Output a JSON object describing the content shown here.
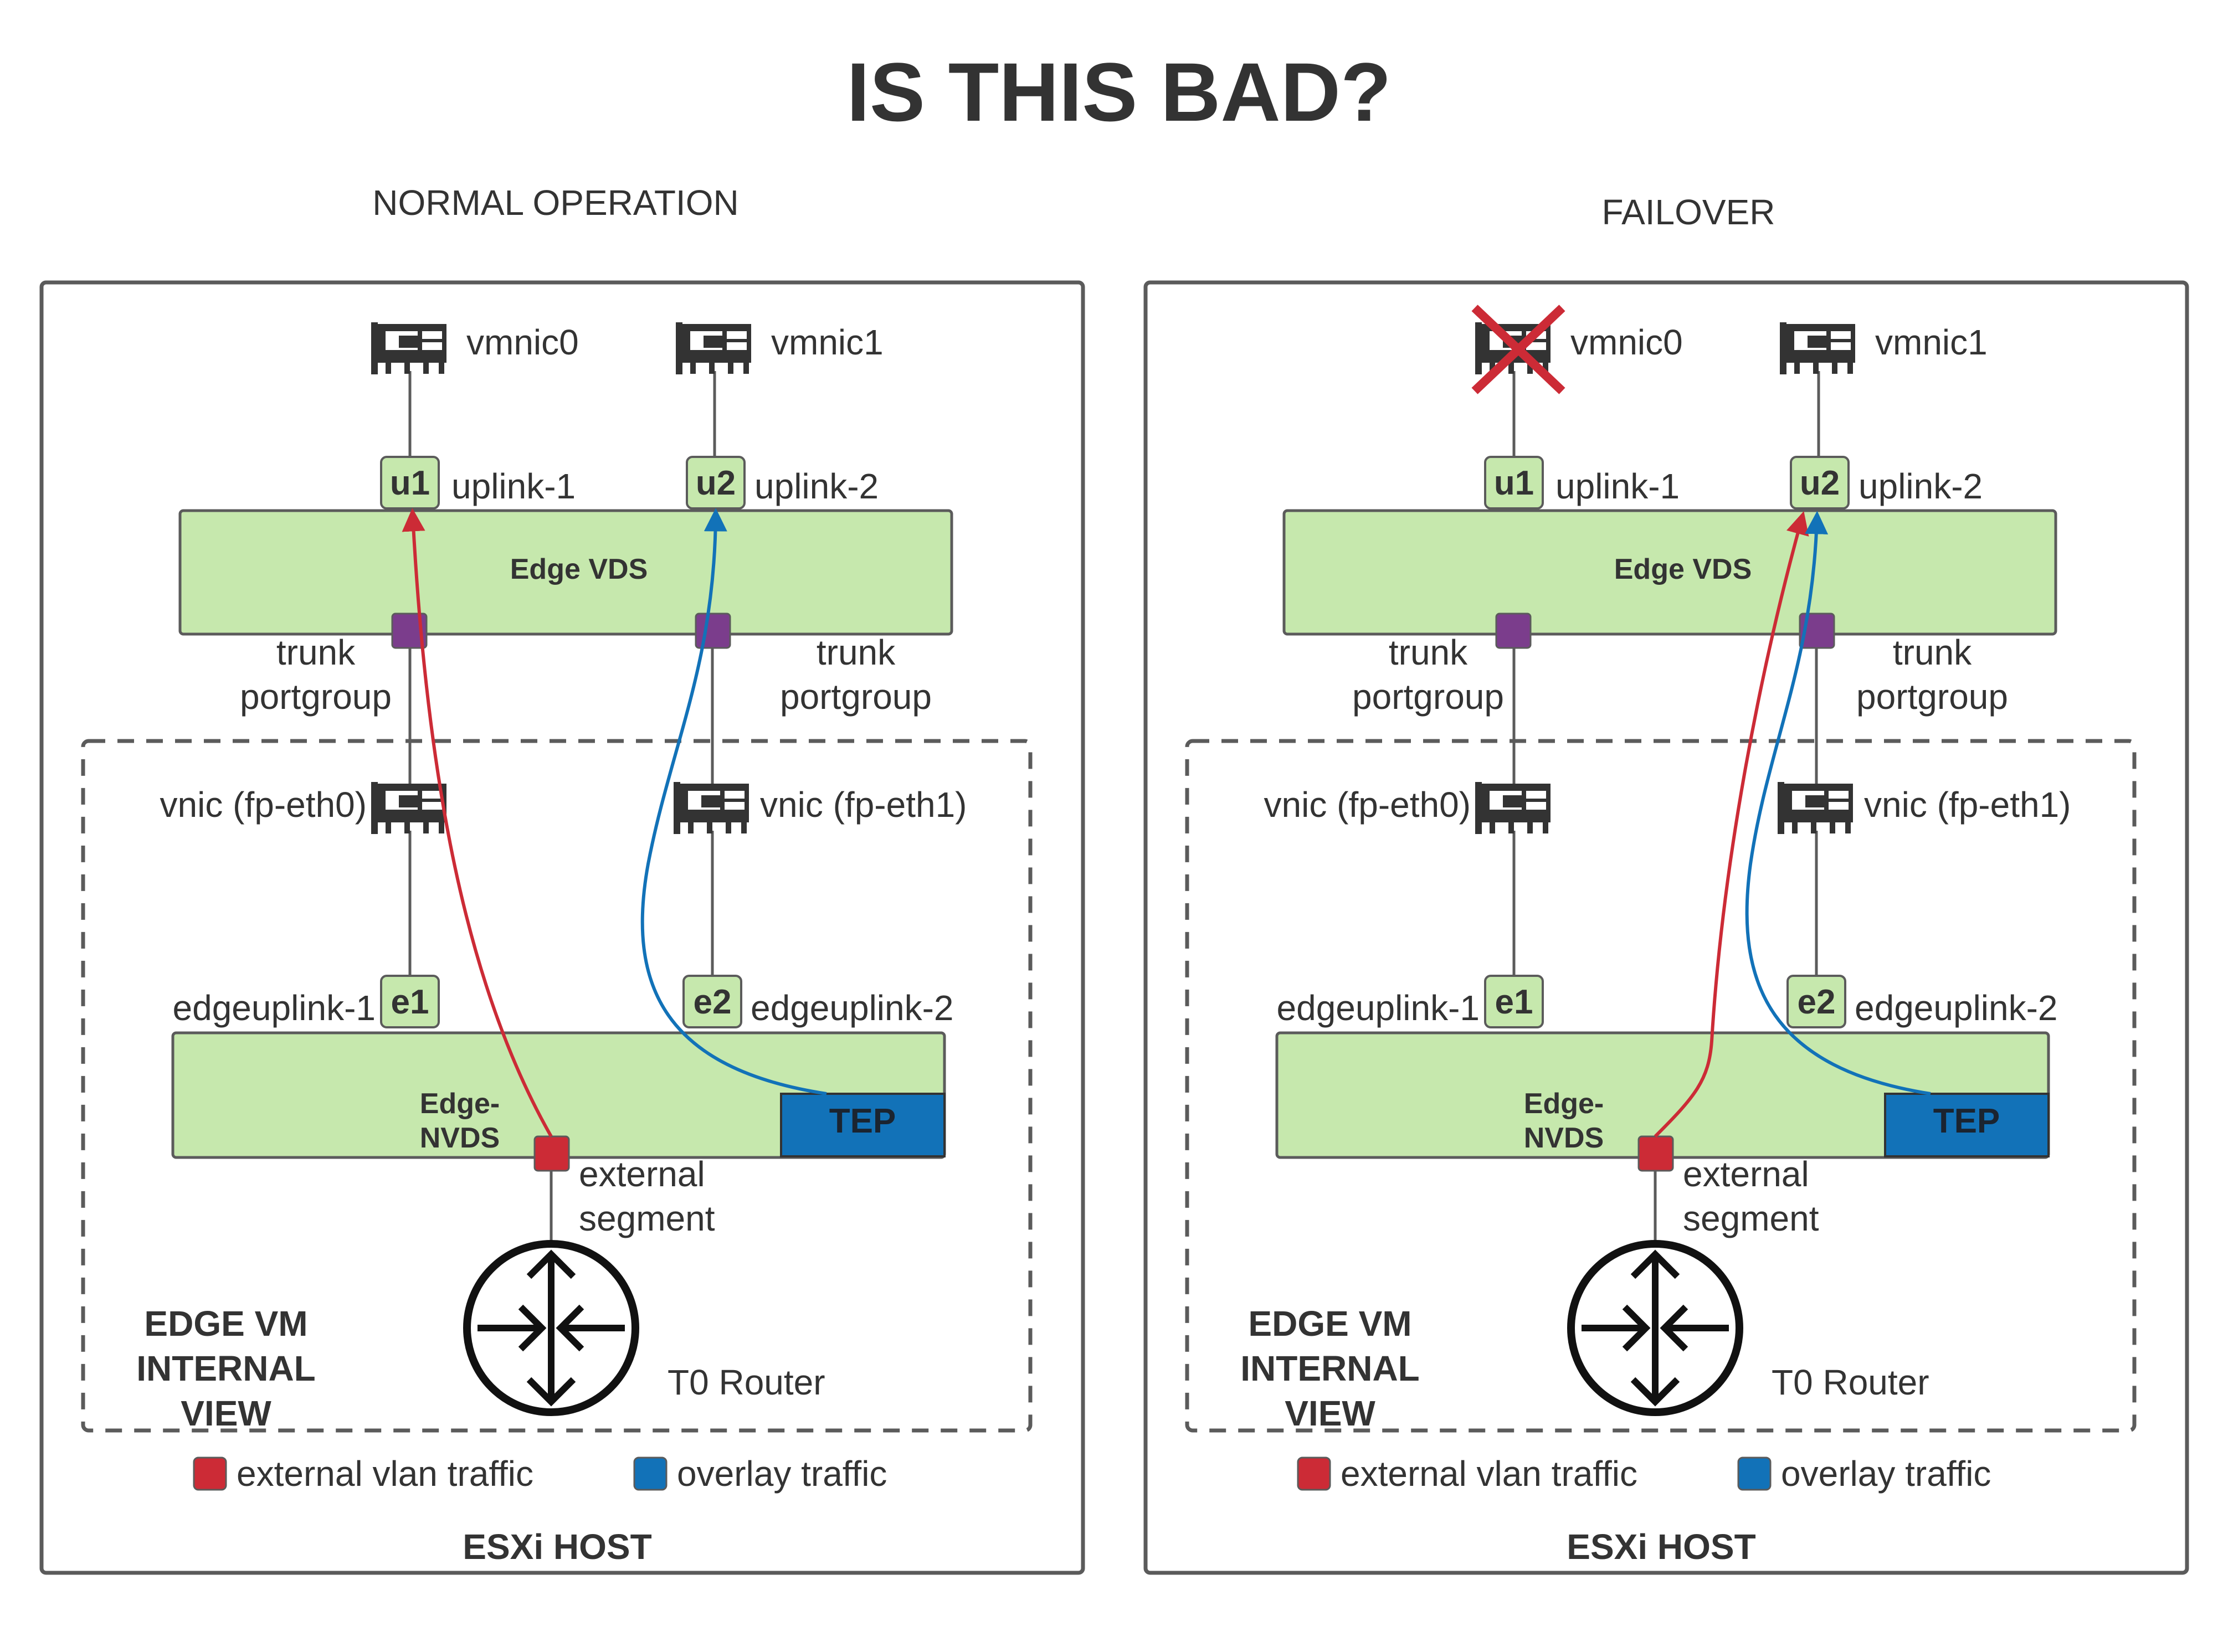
{
  "title": "IS THIS BAD?",
  "colors": {
    "vds_green": "#c6e8ad",
    "external_red": "#cc2b36",
    "overlay_blue": "#1272b8",
    "trunk_purple": "#7b3d8c",
    "tep_blue": "#1272b8",
    "nic_dark": "#333333"
  },
  "panels": [
    {
      "heading": "NORMAL OPERATION",
      "vmnic0": "vmnic0",
      "vmnic1": "vmnic1",
      "vmnic0_failed": false,
      "u1": "u1",
      "u2": "u2",
      "uplink1": "uplink-1",
      "uplink2": "uplink-2",
      "vds": "Edge VDS",
      "trunk_line1": "trunk",
      "trunk_line2": "portgroup",
      "vnic0": "vnic (fp-eth0)",
      "vnic1": "vnic (fp-eth1)",
      "e1": "e1",
      "e2": "e2",
      "edgeuplink1": "edgeuplink-1",
      "edgeuplink2": "edgeuplink-2",
      "nvds_line1": "Edge-",
      "nvds_line2": "NVDS",
      "tep": "TEP",
      "external_line1": "external",
      "external_line2": "segment",
      "router": "T0 Router",
      "edgevm_line1": "EDGE VM",
      "edgevm_line2": "INTERNAL",
      "edgevm_line3": "VIEW",
      "legend_external": "external vlan traffic",
      "legend_overlay": "overlay traffic",
      "host": "ESXi HOST",
      "external_traffic_uplink": "uplink-1",
      "overlay_traffic_uplink": "uplink-2"
    },
    {
      "heading": "FAILOVER",
      "vmnic0": "vmnic0",
      "vmnic1": "vmnic1",
      "vmnic0_failed": true,
      "u1": "u1",
      "u2": "u2",
      "uplink1": "uplink-1",
      "uplink2": "uplink-2",
      "vds": "Edge VDS",
      "trunk_line1": "trunk",
      "trunk_line2": "portgroup",
      "vnic0": "vnic (fp-eth0)",
      "vnic1": "vnic (fp-eth1)",
      "e1": "e1",
      "e2": "e2",
      "edgeuplink1": "edgeuplink-1",
      "edgeuplink2": "edgeuplink-2",
      "nvds_line1": "Edge-",
      "nvds_line2": "NVDS",
      "tep": "TEP",
      "external_line1": "external",
      "external_line2": "segment",
      "router": "T0 Router",
      "edgevm_line1": "EDGE VM",
      "edgevm_line2": "INTERNAL",
      "edgevm_line3": "VIEW",
      "legend_external": "external vlan traffic",
      "legend_overlay": "overlay traffic",
      "host": "ESXi HOST",
      "external_traffic_uplink": "uplink-2",
      "overlay_traffic_uplink": "uplink-2"
    }
  ]
}
